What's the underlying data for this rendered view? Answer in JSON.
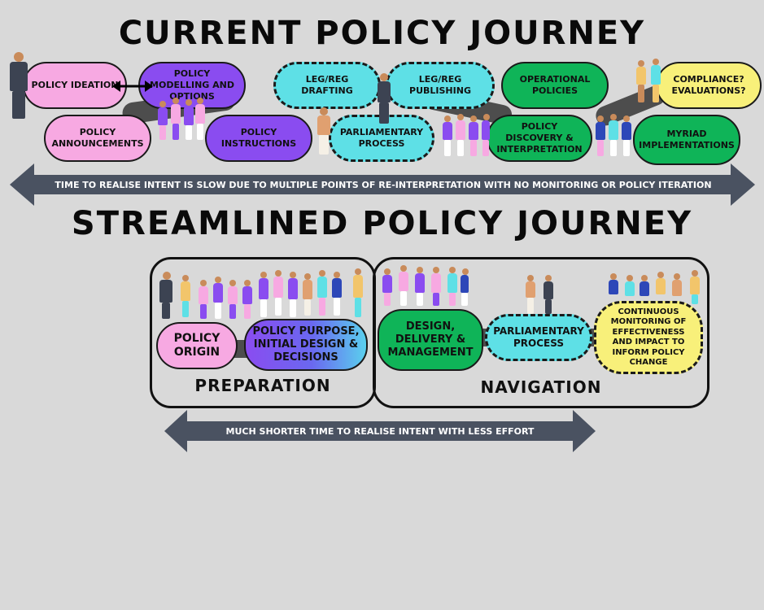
{
  "current_journey": {
    "title": "Current Policy Journey",
    "steps": {
      "policy_ideation": "Policy Ideation",
      "policy_announcements": "Policy Announcements",
      "policy_modelling": "Policy Modelling and Options",
      "policy_instructions": "Policy Instructions",
      "leg_reg_drafting": "Leg/Reg Drafting",
      "parliamentary_process": "Parliamentary Process",
      "leg_reg_publishing": "Leg/Reg Publishing",
      "operational_policies": "Operational Policies",
      "policy_discovery": "Policy Discovery & Interpretation",
      "compliance": "Compliance? Evaluations?",
      "myriad_implementations": "Myriad Implementations"
    },
    "time_arrow": "Time to realise intent is slow due to multiple points of re-interpretation with no monitoring or policy iteration"
  },
  "streamlined_journey": {
    "title": "Streamlined Policy Journey",
    "preparation": {
      "label": "Preparation",
      "policy_origin": "Policy Origin",
      "policy_purpose": "Policy Purpose, Initial Design & Decisions"
    },
    "navigation": {
      "label": "Navigation",
      "design_delivery": "Design, Delivery & Management",
      "parliamentary_process": "Parliamentary Process",
      "continuous_monitoring": "Continuous Monitoring of Effectiveness and Impact to Inform Policy Change"
    },
    "time_arrow": "Much shorter time to realise intent with less effort"
  },
  "colors": {
    "background": "#d9d9d9",
    "pink": "#f7a9e2",
    "purple": "#8a4cf0",
    "teal": "#5ee0e6",
    "green": "#0fb458",
    "yellow": "#f8f07a",
    "arrow": "#4a5261"
  }
}
